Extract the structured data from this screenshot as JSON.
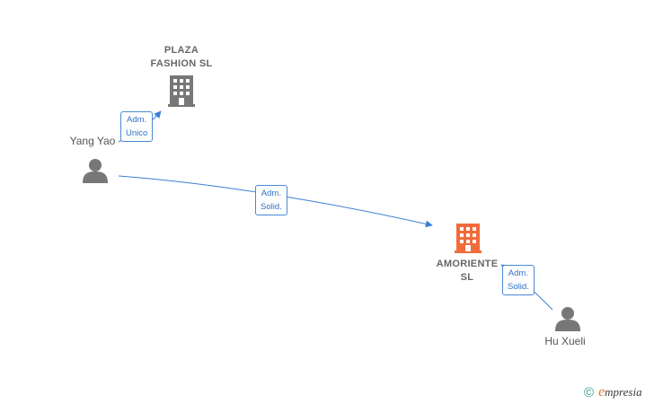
{
  "nodes": {
    "plaza": {
      "label_line1": "PLAZA",
      "label_line2": "FASHION  SL",
      "icon": "building-icon",
      "color": "#777777"
    },
    "amoriente": {
      "label_line1": "AMORIENTE",
      "label_line2": "SL",
      "icon": "building-icon",
      "color": "#f26b3a"
    },
    "yang": {
      "label": "Yang Yao",
      "icon": "person-icon",
      "color": "#777777"
    },
    "hu": {
      "label": "Hu Xueli",
      "icon": "person-icon",
      "color": "#777777"
    }
  },
  "edges": {
    "yang_plaza": {
      "line1": "Adm.",
      "line2": "Unico"
    },
    "yang_amoriente": {
      "line1": "Adm.",
      "line2": "Solid."
    },
    "hu_amoriente": {
      "line1": "Adm.",
      "line2": "Solid."
    }
  },
  "colors": {
    "edge": "#3d7fd1"
  },
  "brand": {
    "copyright": "©",
    "initial": "e",
    "rest": "mpresia"
  }
}
